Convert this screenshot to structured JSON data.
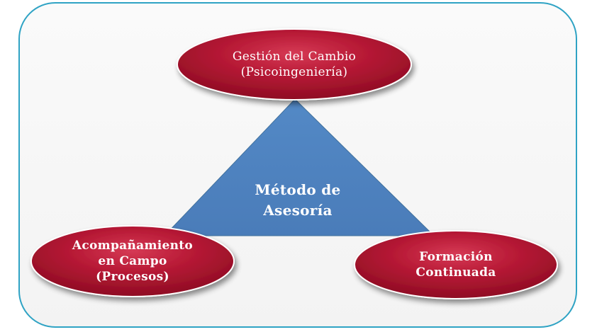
{
  "diagram": {
    "center": {
      "lines": [
        "Método de",
        "Asesoría"
      ]
    },
    "nodes": {
      "top": {
        "lines": [
          "Gestión del Cambio",
          "(Psicoingeniería)"
        ]
      },
      "left": {
        "lines": [
          "Acompañamiento",
          "en Campo",
          "(Procesos)"
        ]
      },
      "right": {
        "lines": [
          "Formación",
          "Continuada"
        ]
      }
    },
    "colors": {
      "frame_border": "#2fa3c4",
      "triangle_fill": "#4f81bd",
      "triangle_edge": "#41719c",
      "oval_fill": "#a3112b",
      "oval_highlight": "#d63a55",
      "text": "#ffffff"
    }
  }
}
